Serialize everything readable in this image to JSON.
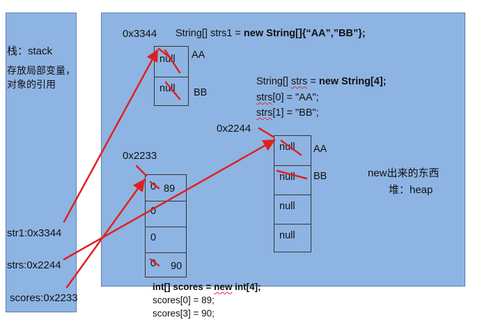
{
  "stack": {
    "title": "栈：stack",
    "desc_line1": "存放局部变量，",
    "desc_line2": "对象的引用",
    "vars": [
      "str1:0x3344",
      "strs:0x2244",
      "scores:0x2233"
    ]
  },
  "heap": {
    "label_line1": "new出来的东西",
    "label_line2": "堆：heap"
  },
  "strs1_block": {
    "address": "0x3344",
    "code_prefix": "String[] strs1 = ",
    "code_bold": "new String[]{“AA”,”BB”};",
    "cells": [
      "null",
      "null"
    ],
    "assigned": [
      "AA",
      "BB"
    ]
  },
  "strs_block": {
    "address": "0x2244",
    "code_line1_prefix": "String[] ",
    "code_line1_var": "strs",
    "code_line1_mid": " = ",
    "code_line1_bold": "new String[4];",
    "code_line2_var": "strs",
    "code_line2_rest": "[0] = \"AA\";",
    "code_line3_var": "strs",
    "code_line3_rest": "[1] = \"BB\";",
    "cells": [
      "null",
      "null",
      "null",
      "null"
    ],
    "assigned": [
      "AA",
      "BB"
    ]
  },
  "scores_block": {
    "address": "0x2233",
    "cells": [
      "0",
      "0",
      "0",
      "0"
    ],
    "assigned": [
      "89",
      "90"
    ],
    "code_line1_bold_a": "int[] scores = ",
    "code_line1_bold_new": "new",
    "code_line1_bold_b": " int[4];",
    "code_line2": "scores[0] = 89;",
    "code_line3": "scores[3] = 90;"
  },
  "colors": {
    "panel": "#8eb4e3",
    "arrow": "#e02020",
    "border": "#333333"
  }
}
